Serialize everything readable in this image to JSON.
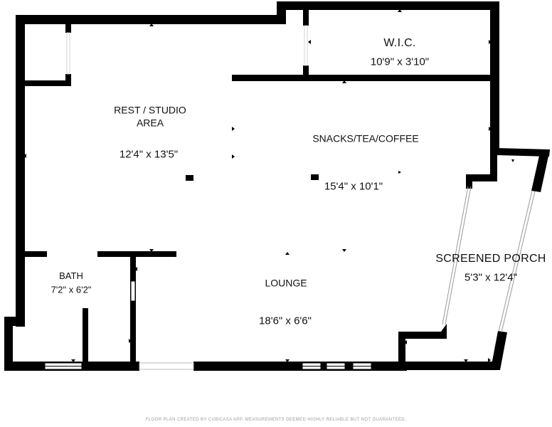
{
  "rooms": {
    "wic": {
      "name": "W.I.C.",
      "dims": "10'9\" x 3'10\""
    },
    "rest_studio": {
      "name_line1": "REST / STUDIO",
      "name_line2": "AREA",
      "dims": "12'4\" x 13'5\""
    },
    "snacks": {
      "name": "SNACKS/TEA/COFFEE",
      "dims": "15'4\" x 10'1\""
    },
    "screened_porch": {
      "name": "SCREENED PORCH",
      "dims": "5'3\" x 12'4\""
    },
    "bath": {
      "name": "BATH",
      "dims": "7'2\" x 6'2\""
    },
    "lounge": {
      "name": "LOUNGE",
      "dims": "18'6\" x 6'6\""
    }
  },
  "footer": {
    "text": "FLOOR PLAN CREATED BY CUBICASA APP. MEASUREMENTS DEEMED HIGHLY RELIABLE BUT NOT GUARANTEED."
  },
  "colors": {
    "wall": "#000000",
    "background": "#ffffff",
    "footer_text": "#9a9a9a"
  }
}
